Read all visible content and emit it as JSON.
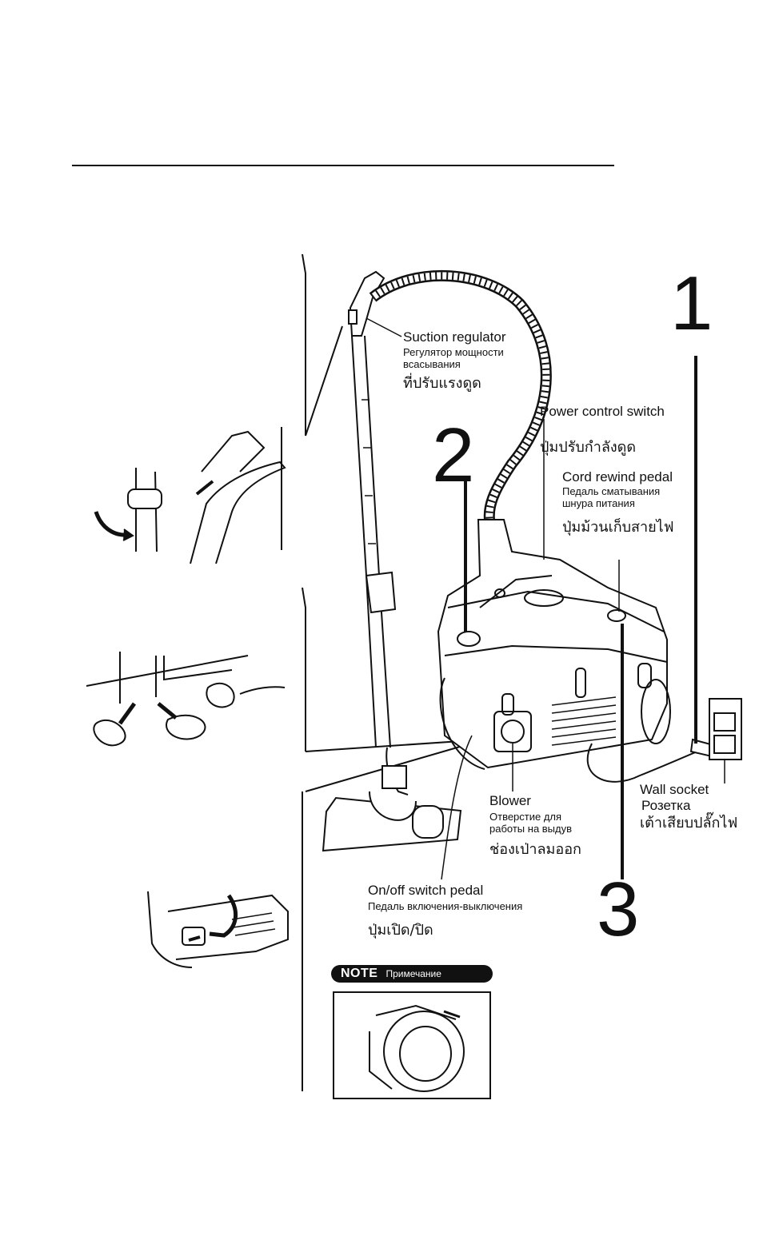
{
  "labels": {
    "suction_regulator": {
      "en": "Suction regulator",
      "ru": "Регулятор мощности\nвсасывания",
      "th": "ที่ปรับแรงดูด"
    },
    "power_control_switch": {
      "en": "Power control switch",
      "th": "ปุ่มปรับกำลังดูด"
    },
    "cord_rewind_pedal": {
      "en": "Cord rewind pedal",
      "ru": "Педаль сматывания\nшнура питания",
      "th": "ปุ่มม้วนเก็บสายไฟ"
    },
    "wall_socket": {
      "en": "Wall socket",
      "ru": "Розетка",
      "th": "เต้าเสียบปลั๊กไฟ"
    },
    "blower": {
      "en": "Blower",
      "ru": "Отверстие для\nработы на выдув",
      "th": "ช่องเป่าลมออก"
    },
    "onoff_switch_pedal": {
      "en": "On/off switch pedal",
      "ru": "Педаль включения-выключения",
      "th": "ปุ่มเปิด/ปิด"
    }
  },
  "steps": [
    "1",
    "2",
    "3"
  ],
  "note": {
    "label": "NOTE",
    "ru": "Примечание"
  },
  "icons": [
    "vacuum-cleaner-illustration",
    "hose-grip-illustration",
    "floor-blower-illustration",
    "cord-pedal-illustration",
    "filter-illustration",
    "wall-socket-illustration"
  ],
  "colors": {
    "ink": "#111111",
    "paper": "#ffffff"
  }
}
